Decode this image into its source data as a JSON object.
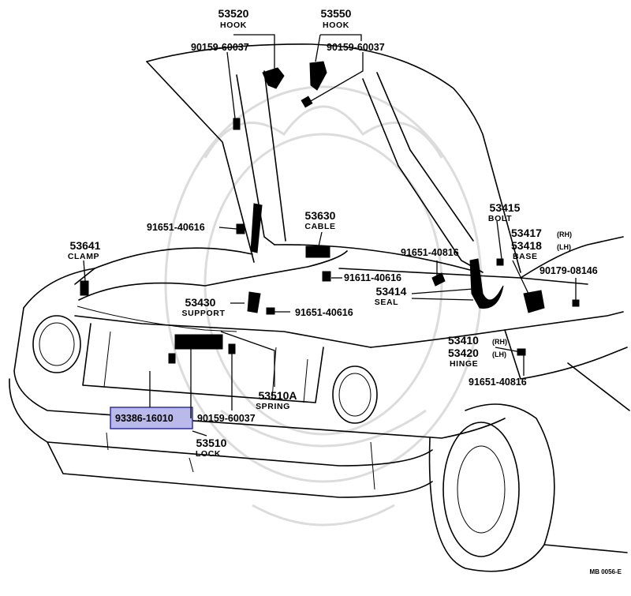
{
  "colors": {
    "ink": "#000000",
    "highlight_fill": "#b9b9ea",
    "highlight_border": "#3030a8",
    "watermark": "#dcdcdc"
  },
  "labels": {
    "hook_53520": {
      "number": "53520",
      "name": "HOOK"
    },
    "hook_53550": {
      "number": "53550",
      "name": "HOOK"
    },
    "screw_left_90159": "90159-60037",
    "screw_right_90159": "90159-60037",
    "cable": {
      "number": "53630",
      "name": "CABLE"
    },
    "bolt": {
      "number": "53415",
      "name": "BOLT"
    },
    "base": {
      "number_rh": "53417",
      "side_rh": "(RH)",
      "number_lh": "53418",
      "side_lh": "(LH)",
      "name": "BASE"
    },
    "clamp": {
      "number": "53641",
      "name": "CLAMP"
    },
    "clip_left_91651": "91651-40616",
    "clip_right_91651": "91651-40816",
    "bolt_91611": "91611-40616",
    "clip_support_91651": "91651-40616",
    "screw_90179": "90179-08146",
    "support": {
      "number": "53430",
      "name": "SUPPORT"
    },
    "seal": {
      "number": "53414",
      "name": "SEAL"
    },
    "hinge": {
      "number_rh": "53410",
      "side_rh": "(RH)",
      "number_lh": "53420",
      "side_lh": "(LH)",
      "name": "HINGE"
    },
    "clip_hinge_91651": "91651-40816",
    "spring": {
      "number": "53510A",
      "name": "SPRING"
    },
    "screw_lock_90159": "90159-60037",
    "highlighted_part": "93386-16010",
    "lock": {
      "number": "53510",
      "name": "LOCK"
    }
  },
  "footer_code": "MB 0056-E"
}
